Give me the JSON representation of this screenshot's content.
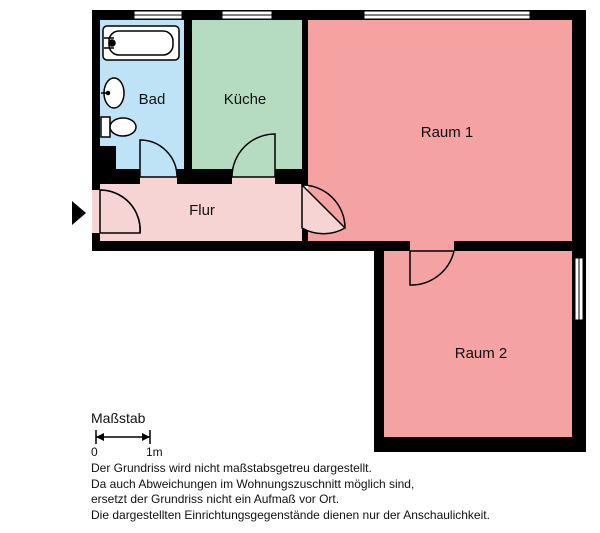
{
  "rooms": {
    "bad": {
      "label": "Bad",
      "color": "#bfe3f6"
    },
    "kueche": {
      "label": "Küche",
      "color": "#b5dcc0"
    },
    "raum1": {
      "label": "Raum 1",
      "color": "#f4a2a2"
    },
    "raum2": {
      "label": "Raum 2",
      "color": "#f4a2a2"
    },
    "flur": {
      "label": "Flur",
      "color": "#f7d4d4"
    }
  },
  "scale": {
    "title": "Maßstab",
    "start": "0",
    "end": "1m"
  },
  "notes": [
    "Der Grundriss wird nicht maßstabsgetreu dargestellt.",
    "Da auch Abweichungen im Wohnungszuschnitt möglich sind,",
    "ersetzt der Grundriss nicht ein Aufmaß vor Ort.",
    "Die dargestellten Einrichtungsgegenstände dienen nur der Anschaulichkeit."
  ],
  "colors": {
    "wall": "#000000",
    "window": "#ffffff"
  }
}
